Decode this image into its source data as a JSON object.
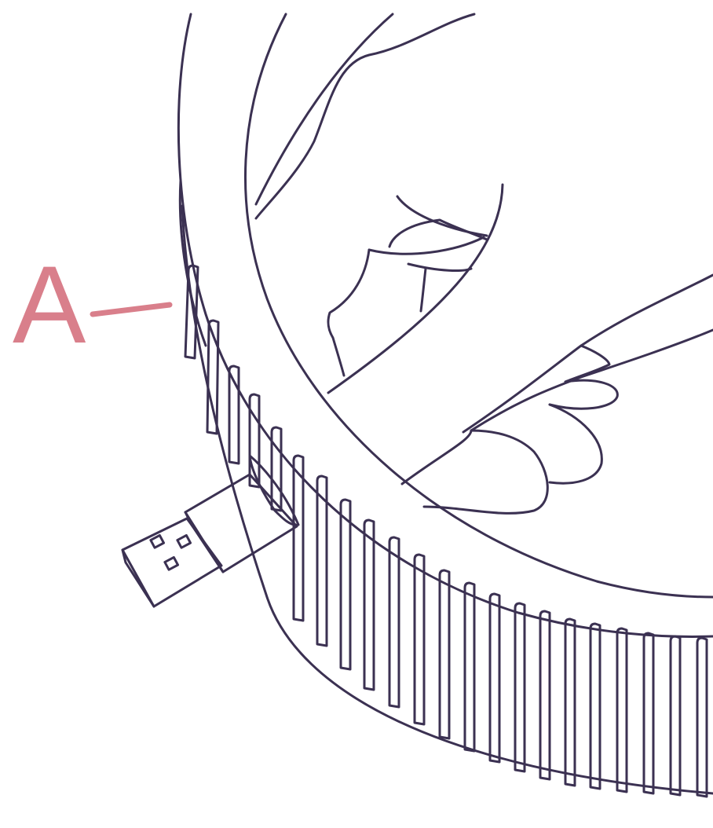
{
  "callout": {
    "label": "A",
    "color": "#d97f8b"
  },
  "illustration": {
    "line_color": "#3b3152",
    "background": "#ffffff"
  },
  "icons": {
    "device": "round-speaker-device",
    "dongle": "usb-dongle",
    "hand": "hand"
  }
}
